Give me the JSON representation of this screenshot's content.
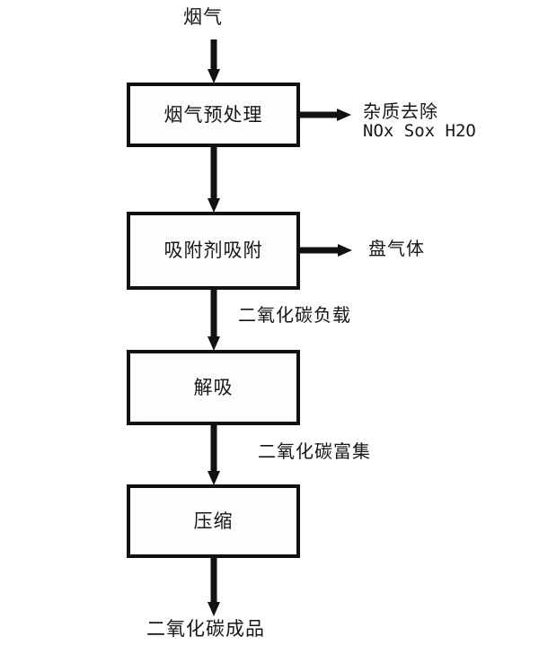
{
  "diagram": {
    "title": "Flue gas CO2 capture process flow",
    "type": "flowchart",
    "orientation": "top-to-bottom",
    "background_color": "#ffffff",
    "line_color": "#111111",
    "text_color": "#161616",
    "box_fill": "#fdfdfd",
    "inputs": [
      {
        "id": "feed",
        "label": "烟气"
      }
    ],
    "nodes": [
      {
        "id": "pretreat",
        "label": "烟气预处理"
      },
      {
        "id": "adsorb",
        "label": "吸附剂吸附"
      },
      {
        "id": "desorb",
        "label": "解吸"
      },
      {
        "id": "compress",
        "label": "压缩"
      }
    ],
    "side_outputs": [
      {
        "id": "impurity",
        "from": "pretreat",
        "label": "杂质去除",
        "sublabel": "NOx  Sox  H2O"
      },
      {
        "id": "lean-gas",
        "from": "adsorb",
        "label": "盘气体"
      }
    ],
    "stream_labels": [
      {
        "id": "loaded",
        "between": "adsorb-desorb",
        "label": "二氧化碳负载"
      },
      {
        "id": "enriched",
        "between": "desorb-compress",
        "label": "二氧化碳富集"
      }
    ],
    "outputs": [
      {
        "id": "product",
        "from": "compress",
        "label": "二氧化碳成品"
      }
    ]
  }
}
